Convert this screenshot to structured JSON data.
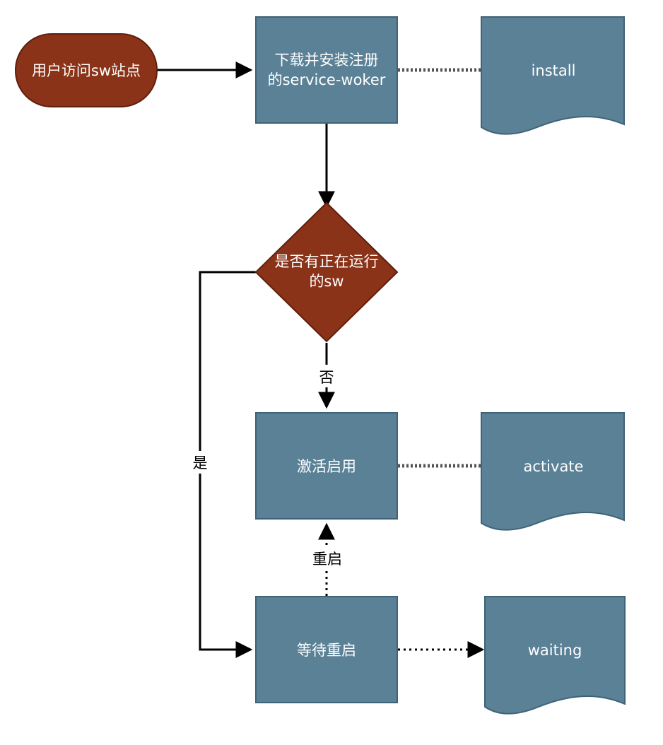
{
  "nodes": {
    "start": {
      "label": "用户访问sw站点"
    },
    "download": {
      "line1": "下载并安装注册",
      "line2": "的service-woker"
    },
    "decision": {
      "line1": "是否有正在运行",
      "line2": "的sw"
    },
    "activate": {
      "label": "激活启用"
    },
    "wait": {
      "label": "等待重启"
    },
    "doc_install": {
      "label": "install"
    },
    "doc_activate": {
      "label": "activate"
    },
    "doc_waiting": {
      "label": "waiting"
    }
  },
  "edges": {
    "no_label": "否",
    "yes_label": "是",
    "restart_label": "重启"
  },
  "colors": {
    "process_fill": "#5a8196",
    "process_stroke": "#3f6376",
    "terminal_fill": "#8b3318",
    "terminal_stroke": "#5e1f0c",
    "line": "#000000",
    "dotted": "#555555"
  }
}
